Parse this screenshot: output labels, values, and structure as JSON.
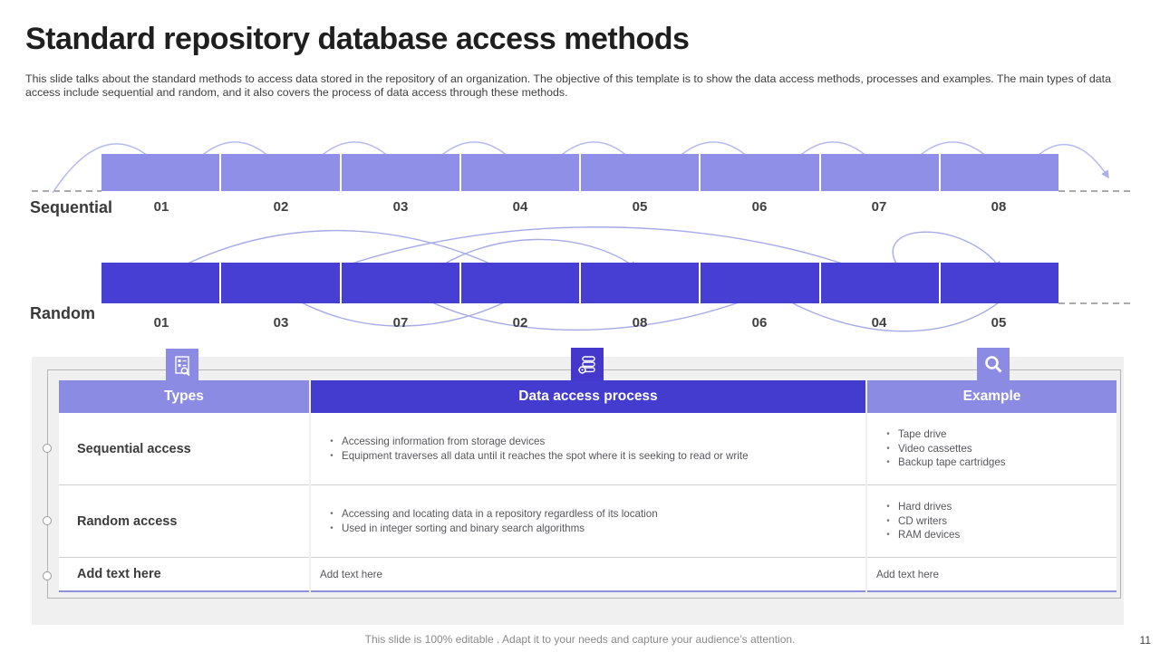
{
  "slide": {
    "title": "Standard repository database access methods",
    "description": "This slide talks about the standard methods to access data stored in the repository of an organization. The objective of this template is to show the data access methods, processes and examples. The main types of data access include sequential and random, and it also covers the process of data access through these methods.",
    "footer": "This slide is 100% editable . Adapt it to your needs and capture your audience’s attention.",
    "page_number": "11"
  },
  "colors": {
    "sequential_bar": "#8f8fe8",
    "random_bar": "#473fd4",
    "header_light": "#8b8be3",
    "header_dark": "#443cce",
    "arc_sequential": "#b6baf0",
    "arc_random": "#a6abe8"
  },
  "sequential": {
    "label": "Sequential",
    "segments": [
      "01",
      "02",
      "03",
      "04",
      "05",
      "06",
      "07",
      "08"
    ]
  },
  "random": {
    "label": "Random",
    "segments": [
      "01",
      "03",
      "07",
      "02",
      "08",
      "06",
      "04",
      "05"
    ]
  },
  "table": {
    "headers": [
      {
        "label": "Types",
        "icon": "checklist-icon"
      },
      {
        "label": "Data access process",
        "icon": "database-gear-icon"
      },
      {
        "label": "Example",
        "icon": "magnifier-icon"
      }
    ],
    "rows": [
      {
        "type": "Sequential access",
        "process": [
          "Accessing information from storage devices",
          "Equipment traverses all data until it reaches the spot where it is seeking to read or write"
        ],
        "example": [
          "Tape drive",
          "Video cassettes",
          "Backup tape cartridges"
        ]
      },
      {
        "type": "Random access",
        "process": [
          "Accessing and locating  data in a repository regardless of its location",
          "Used in integer sorting and binary search algorithms"
        ],
        "example": [
          "Hard drives",
          "CD writers",
          "RAM  devices"
        ]
      },
      {
        "type": "Add text here",
        "process_text": "Add text here",
        "example_text": "Add text here"
      }
    ]
  }
}
